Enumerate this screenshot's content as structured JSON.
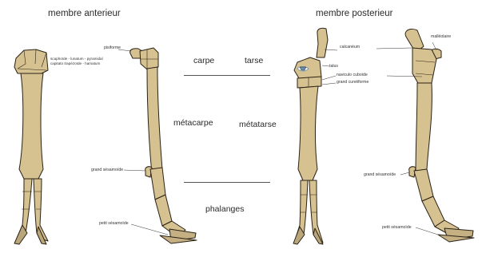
{
  "titles": {
    "fore": "membre anterieur",
    "hind": "membre posterieur"
  },
  "categories": {
    "carpe": "carpe",
    "tarse": "tarse",
    "metacarpe": "métacarpe",
    "metatarse": "métatarse",
    "phalanges": "phalanges"
  },
  "fore_labels": {
    "carpal_line1": "scaphoïde - lunatum - pyramidal",
    "carpal_line2": "capitato trapézoïde - hamatum",
    "pisiforme": "pisiforme",
    "grand_sesamoide": "grand sésamoïde",
    "petit_sesamoide": "petit sésamoïde"
  },
  "hind_labels": {
    "calcaneum": "calcanéum",
    "malleolaire": "malléolaire",
    "talus": "talus",
    "naviculo_cuboide": "naviculo cuboïde",
    "grand_cuneiforme": "grand cunéiforme",
    "grand_sesamoide": "grand sésamoïde",
    "petit_sesamoide": "petit sésamoïde"
  },
  "colors": {
    "bone": "#d6c190",
    "bone_outline": "#2b2216",
    "highlight": "#6a8fb0"
  }
}
